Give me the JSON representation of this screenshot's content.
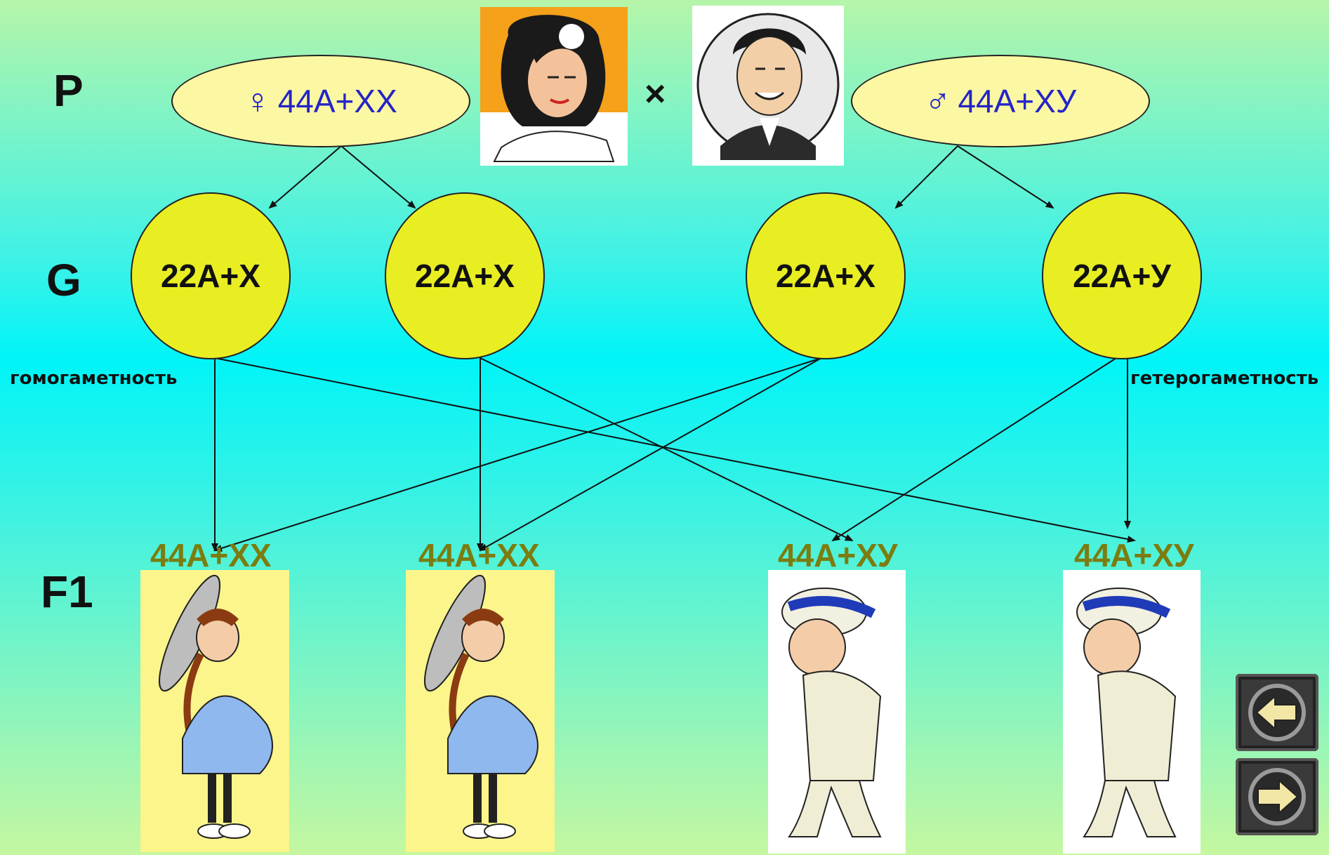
{
  "rows": {
    "p": "P",
    "g": "G",
    "f1": "F1"
  },
  "parents": {
    "female": {
      "symbol": "♀",
      "genotype": "44А+ХХ"
    },
    "male": {
      "symbol": "♂",
      "genotype": "44А+ХУ"
    },
    "cross": "×"
  },
  "gametes": [
    "22А+Х",
    "22А+Х",
    "22А+Х",
    "22А+У"
  ],
  "notes": {
    "left": "гомогаметность",
    "right": "гетерогаметность"
  },
  "offspring": [
    "44А+ХХ",
    "44А+ХХ",
    "44А+ХУ",
    "44А+ХУ"
  ],
  "colors": {
    "ellipse_fill": "#fbf7a2",
    "gamete_fill": "#e9ee23",
    "genotype_text": "#2424c8",
    "offspring_text": "#7c7c10"
  },
  "icons": {
    "prev": "arrow-left-icon",
    "next": "arrow-right-icon"
  }
}
